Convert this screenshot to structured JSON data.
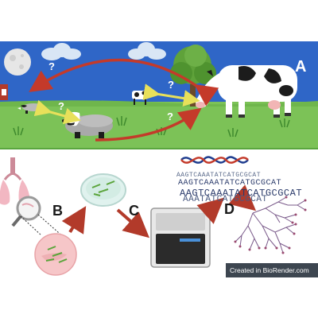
{
  "panels": {
    "a_label": "A",
    "b_label": "B",
    "c_label": "C",
    "d_label": "D"
  },
  "question_marks": [
    "?",
    "?",
    "?",
    "?"
  ],
  "dna_sequence_rows": [
    "AAGTCAAATATCATGCGCAT",
    "AAGTCAAATATCATGCGCAT",
    "AAGTCAAATATCATGCGCAT",
    "AAATATCATGCGCAT"
  ],
  "credit": "Created in BioRender.com",
  "colors": {
    "sky": "#2f66c7",
    "grass": "#7cc257",
    "arrow_red": "#c43a2a",
    "arrow_yellow": "#e8e05a"
  }
}
